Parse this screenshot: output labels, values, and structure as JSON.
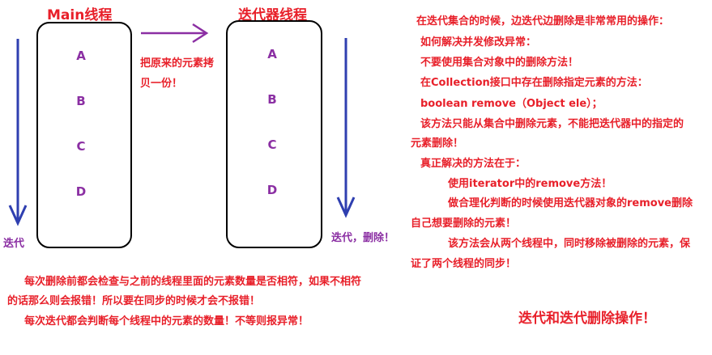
{
  "left_diagram": {
    "title": "Main线程",
    "letters": [
      "A",
      "B",
      "C",
      "D"
    ],
    "arrow_label": "迭代"
  },
  "middle": {
    "copy_note_line1": "把原来的元素拷",
    "copy_note_line2": "贝一份！"
  },
  "right_diagram": {
    "title": "迭代器线程",
    "letters": [
      "A",
      "B",
      "C",
      "D"
    ],
    "arrow_label": "迭代，删除！"
  },
  "notes": {
    "lines": [
      "在迭代集合的时候，边迭代边删除是非常常用的操作：",
      "如何解决并发修改异常：",
      "不要使用集合对象中的删除方法！",
      "在Collection接口中存在删除指定元素的方法：",
      "boolean remove（Object ele）；",
      "该方法只能从集合中删除元素，不能把迭代器中的指定的",
      "元素删除！",
      "真正解决的方法在于：",
      "使用iterator中的remove方法！",
      "做合理化判断的时候使用迭代器对象的remove删除",
      "自己想要删除的元素！",
      "该方法会从两个线程中，同时移除被删除的元素，保",
      "证了两个线程的同步！"
    ]
  },
  "bottom_notes": {
    "line1": "每次删除前都会检查与之前的线程里面的元素数量是否相符，如果不相符",
    "line2": "的话那么则会报错！所以要在同步的时候才会不报错！",
    "line3": "每次迭代都会判断每个线程中的元素的数量！不等则报异常！"
  },
  "footer_title": "迭代和迭代删除操作！",
  "colors": {
    "red": "#e8202a",
    "purple": "#8b2fa3",
    "blue": "#2f3fb0"
  }
}
